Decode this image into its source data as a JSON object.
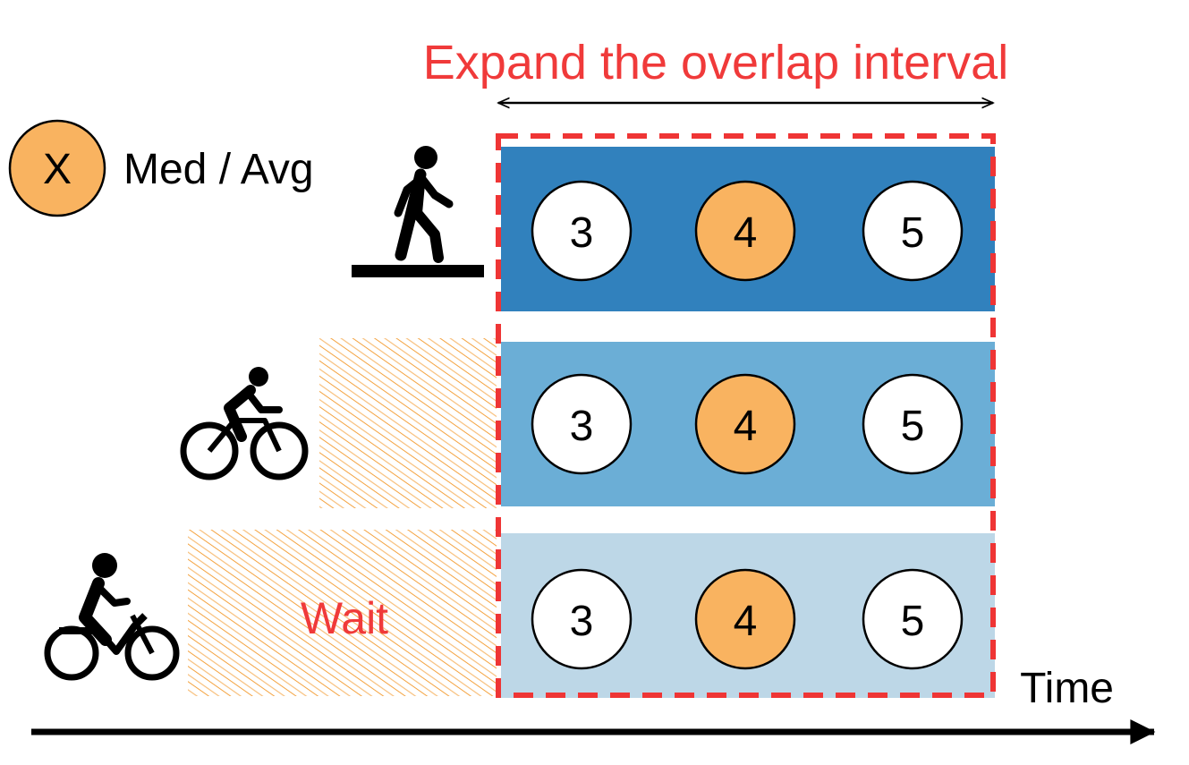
{
  "title": "Expand the overlap interval",
  "legend": {
    "symbol": "X",
    "label": "Med / Avg"
  },
  "wait_label": "Wait",
  "time_label": "Time",
  "rows": [
    {
      "icon": "pedestrian-icon",
      "frames": [
        "3",
        "4",
        "5"
      ],
      "highlight": "4"
    },
    {
      "icon": "bicycle-icon",
      "frames": [
        "3",
        "4",
        "5"
      ],
      "highlight": "4"
    },
    {
      "icon": "motorcycle-icon",
      "frames": [
        "3",
        "4",
        "5"
      ],
      "highlight": "4"
    }
  ],
  "colors": {
    "title": "#f03a3a",
    "dashed_box": "#ef3535",
    "row_1": "#3181bd",
    "row_2": "#6baed6",
    "row_3": "#bdd7e7",
    "highlight": "#f9b360",
    "hatch": "#f4a340",
    "wait_text": "#f03a3a"
  }
}
